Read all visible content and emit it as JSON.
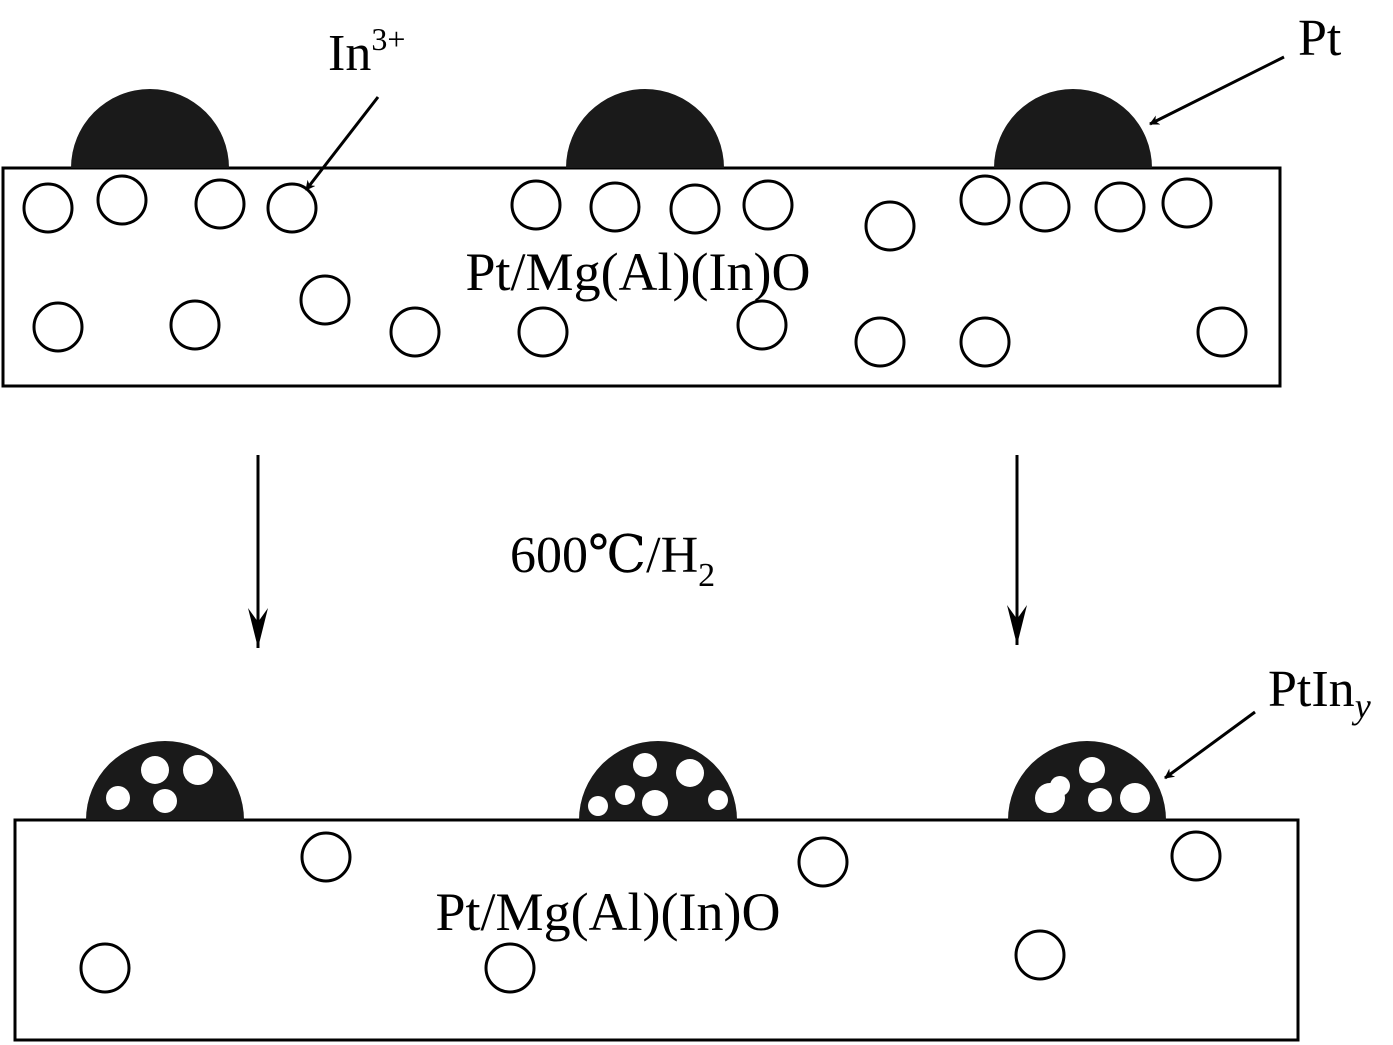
{
  "labels": {
    "ion": "In",
    "ion_charge": "3+",
    "metal": "Pt",
    "support_top": "Pt/Mg(Al)(In)O",
    "condition_main": "600℃/H",
    "condition_sub": "2",
    "alloy_main": "PtIn",
    "alloy_sub": "y",
    "support_bottom": "Pt/Mg(Al)(In)O"
  },
  "colors": {
    "particle": "#1a1a1a",
    "line": "#000000",
    "background": "#ffffff"
  }
}
